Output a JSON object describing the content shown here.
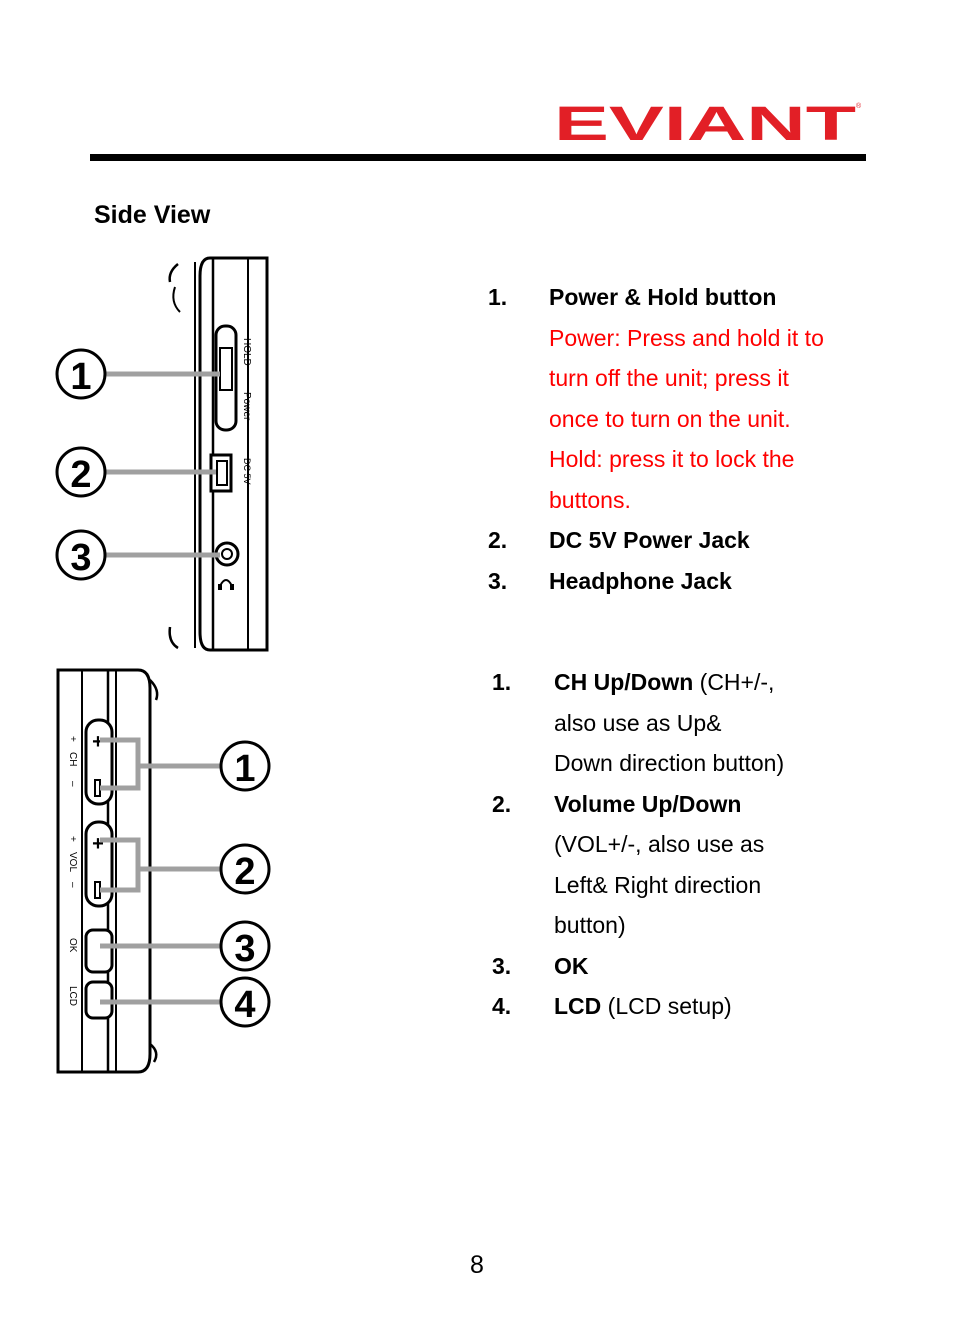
{
  "header": {
    "logo_text": "EVIANT",
    "brand_color": "#e21f26"
  },
  "section_title": "Side View",
  "figure1": {
    "callouts": [
      "1",
      "2",
      "3"
    ],
    "labels": {
      "hold": "HOLD",
      "power": "Power",
      "dc": "DC 5V"
    }
  },
  "figure2": {
    "callouts": [
      "1",
      "2",
      "3",
      "4"
    ],
    "labels": {
      "ch": "CH",
      "vol": "VOL",
      "ok": "OK",
      "lcd": "LCD",
      "plus": "+",
      "minus": "–"
    }
  },
  "list1": [
    {
      "num": "1.",
      "title": "Power & Hold button",
      "desc_lines": [
        "Power: Press and hold it to",
        "turn off the unit; press it",
        "once to turn on the unit.",
        "Hold: press it to lock the",
        "buttons."
      ]
    },
    {
      "num": "2.",
      "title": "DC 5V Power Jack"
    },
    {
      "num": "3.",
      "title": "Headphone Jack"
    }
  ],
  "list2": [
    {
      "num": "1.",
      "title": "CH Up/Down",
      "rest_first": " (CH+/-,",
      "lines": [
        "also use as Up&",
        "Down direction button)"
      ]
    },
    {
      "num": "2.",
      "title": "Volume Up/Down",
      "lines": [
        "(VOL+/-, also use as",
        "Left& Right direction",
        "button)"
      ]
    },
    {
      "num": "3.",
      "title": "OK"
    },
    {
      "num": "4.",
      "title": "LCD",
      "rest_first": " (LCD setup)"
    }
  ],
  "page_number": "8",
  "colors": {
    "description_text": "#ff0000",
    "callout_line": "#a0a0a0"
  }
}
